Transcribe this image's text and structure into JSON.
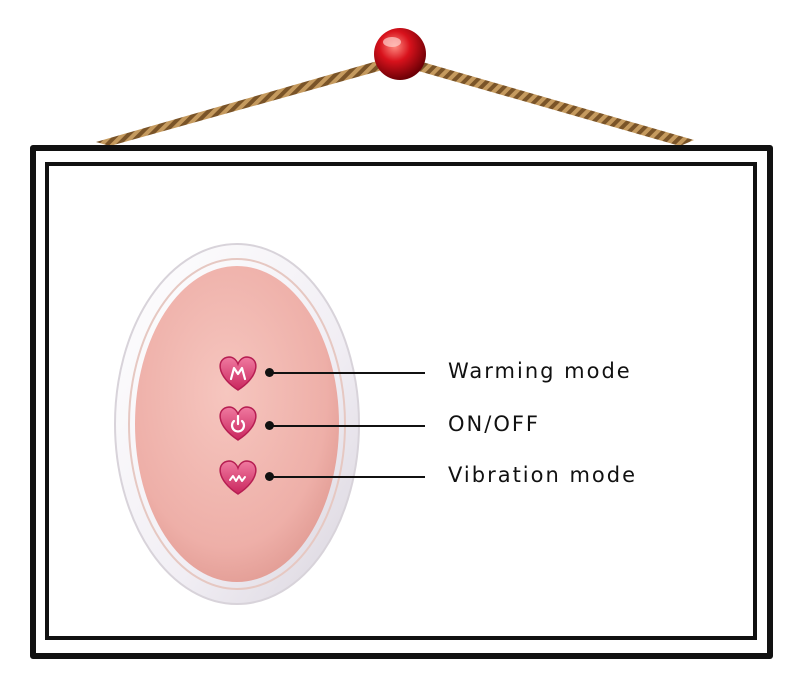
{
  "labels": {
    "warming": "Warming mode",
    "power": "ON/OFF",
    "vibration": "Vibration mode"
  },
  "icons": {
    "warming": "flame-icon",
    "power": "power-icon",
    "vibration": "wave-icon"
  },
  "colors": {
    "frame": "#111111",
    "rope": "#b8884a",
    "pin": "#d0101a",
    "remote_shell": "#f4f1f6",
    "remote_face": "#efb1aa",
    "button": "#e2497a"
  }
}
